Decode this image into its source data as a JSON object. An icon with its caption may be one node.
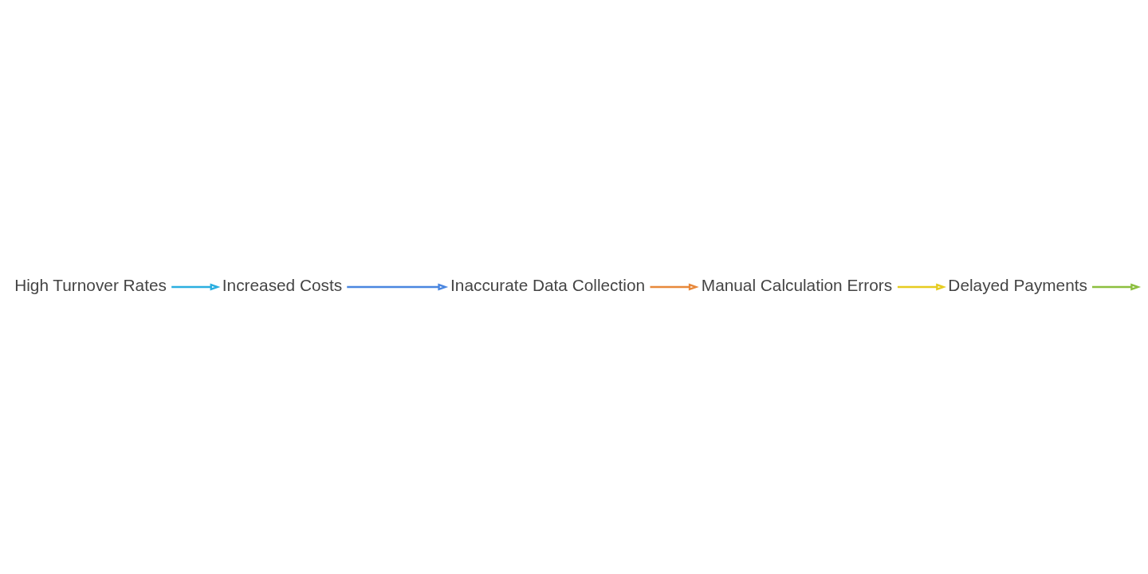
{
  "diagram": {
    "nodes": [
      {
        "text": [
          "Inaccurate Data Collection"
        ]
      },
      {
        "text": [
          "Manual Calculation Errors"
        ]
      },
      {
        "text": [
          "Delayed Payments"
        ]
      },
      {
        "text": [
          "High Turnover Rates"
        ]
      },
      {
        "text": [
          "Increased Costs"
        ]
      }
    ],
    "edges": [
      {
        "from": 0,
        "to": 1,
        "arrow": "to",
        "color": "#e8883a"
      },
      {
        "from": 1,
        "to": 2,
        "arrow": "to",
        "color": "#e6cc1f"
      },
      {
        "from": 2,
        "to": null,
        "arrow": "to",
        "color": "#8cbf3f"
      },
      {
        "from": 3,
        "to": 4,
        "arrow": "to",
        "color": "#2aaee0"
      },
      {
        "from": 4,
        "to": 0,
        "arrow": "to",
        "color": "#4a86e0"
      }
    ]
  }
}
